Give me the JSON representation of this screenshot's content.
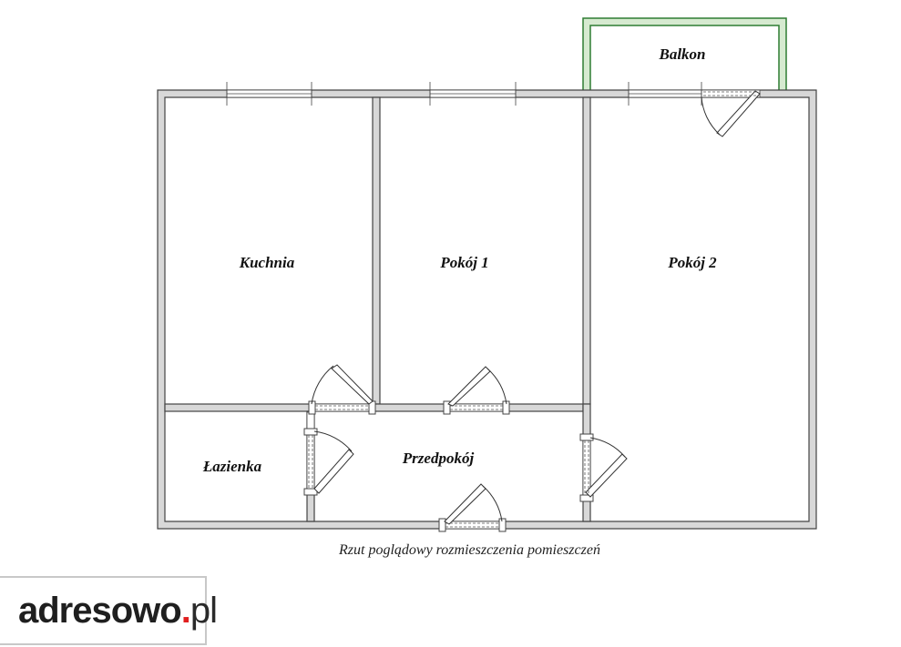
{
  "rooms": {
    "kuchnia": "Kuchnia",
    "pokoj1": "Pokój 1",
    "pokoj2": "Pokój 2",
    "balkon": "Balkon",
    "lazienka": "Łazienka",
    "przedpokoj": "Przedpokój"
  },
  "caption": "Rzut poglądowy rozmieszczenia pomieszczeń",
  "logo": {
    "name": "adresowo",
    "dot": ".",
    "tld": "pl"
  },
  "colors": {
    "wall_fill": "#d8d8d8",
    "wall_stroke": "#444444",
    "balcony_fill": "#d6ead0",
    "balcony_stroke": "#2e7d32",
    "logo_dot": "#e11f1f"
  }
}
